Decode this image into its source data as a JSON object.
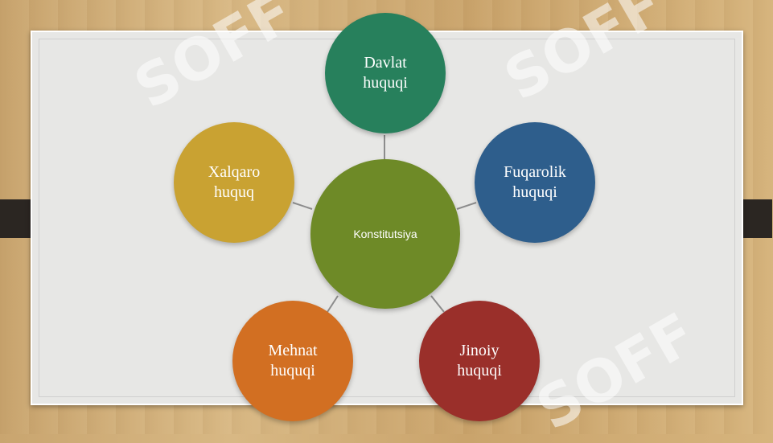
{
  "diagram": {
    "center": {
      "label": "Konstitutsiya",
      "color": "#6e8a27"
    },
    "nodes": [
      {
        "id": "davlat",
        "label": "Davlat\nhuquqi",
        "color": "#27805c"
      },
      {
        "id": "fuqarolik",
        "label": "Fuqarolik\nhuquqi",
        "color": "#2e5e8c"
      },
      {
        "id": "jinoiy",
        "label": "Jinoiy\nhuquqi",
        "color": "#9a2f2a"
      },
      {
        "id": "mehnat",
        "label": "Mehnat\nhuquqi",
        "color": "#d26f22"
      },
      {
        "id": "xalqaro",
        "label": "Xalqaro\nhuquq",
        "color": "#c9a232"
      }
    ],
    "connector_color": "#8c8c8c"
  },
  "watermark": {
    "text": "SOFF"
  },
  "colors": {
    "board": "#e7e7e5",
    "clip": "#2b2622"
  }
}
